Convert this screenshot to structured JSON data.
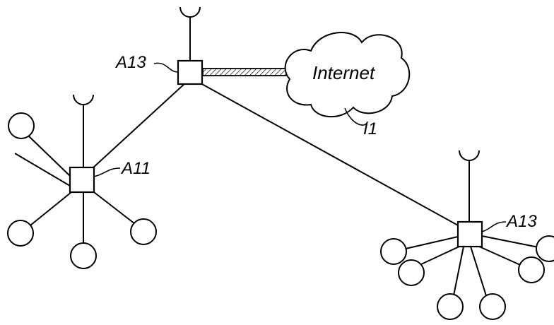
{
  "labels": {
    "top_node": "A13",
    "left_node": "A11",
    "right_node": "A13",
    "cloud": "Internet",
    "cloud_ref": "I1"
  }
}
